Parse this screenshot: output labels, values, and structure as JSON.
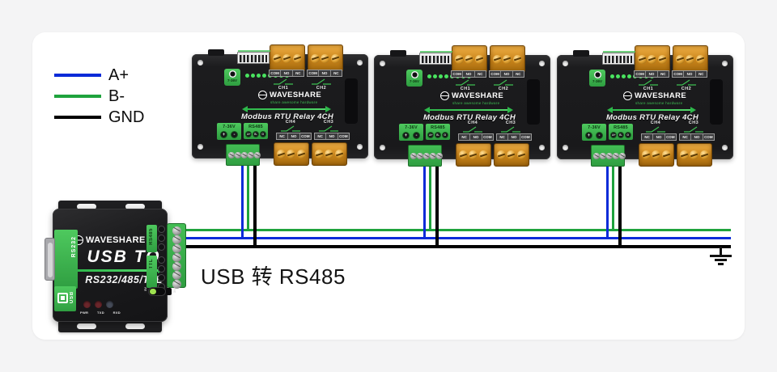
{
  "legend": {
    "items": [
      {
        "label": "A+",
        "color": "#0a2bd8"
      },
      {
        "label": "B-",
        "color": "#1fa33d"
      },
      {
        "label": "GND",
        "color": "#000000"
      }
    ]
  },
  "caption": "USB 转 RS485",
  "relay_module": {
    "brand": "WAVESHARE",
    "tagline": "share awesome hardware",
    "title": "Modbus RTU Relay 4CH",
    "power_jack_label": "7-36V",
    "power_block": {
      "label": "7-36V",
      "pins": [
        "+",
        "-"
      ]
    },
    "rs485_block": {
      "label": "RS485",
      "pins": [
        "A+",
        "B-",
        "G"
      ]
    },
    "channels_top": [
      {
        "name": "CH1",
        "pins": [
          "COM",
          "NO",
          "NC"
        ]
      },
      {
        "name": "CH2",
        "pins": [
          "COM",
          "NO",
          "NC"
        ]
      }
    ],
    "channels_bottom": [
      {
        "name": "CH4",
        "pins": [
          "NC",
          "NO",
          "COM"
        ]
      },
      {
        "name": "CH3",
        "pins": [
          "NC",
          "NO",
          "COM"
        ]
      }
    ]
  },
  "converter": {
    "brand": "WAVESHARE",
    "title": "USB TO",
    "subtitle": "RS232/485/TTL",
    "ports": {
      "rs232": "RS232",
      "usb": "USB",
      "rs485": "RS485",
      "ttl": "TTL"
    },
    "leds": [
      "PWR",
      "TXD",
      "RXD"
    ],
    "switch_labels": [
      "5V",
      "3V3"
    ]
  },
  "wires": {
    "a_plus_color": "#0a2bd8",
    "b_minus_color": "#1fa33d",
    "gnd_color": "#000000"
  }
}
